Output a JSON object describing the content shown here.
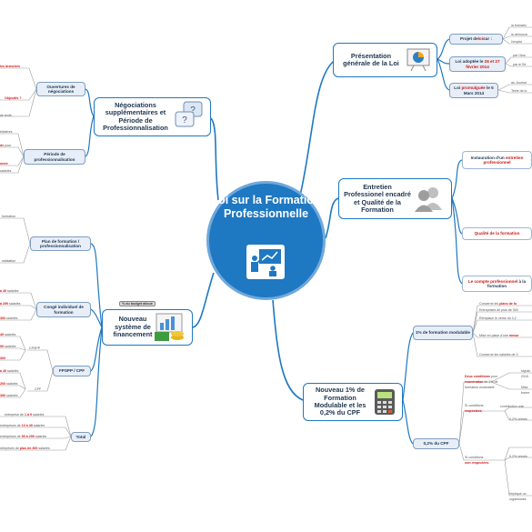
{
  "center": {
    "title": "Loi sur la Formation Professionnelle",
    "icon": "presentation-icon"
  },
  "colors": {
    "branch": "#1e78c2",
    "highlight": "#d01818",
    "sub_fill": "#e7eef7"
  },
  "branches": {
    "presentation": {
      "label": "Présentation générale de la Loi",
      "icon": "presentation-board-icon",
      "subs": [
        {
          "pre": "Projet de ",
          "red": "loi",
          "post": " sur :",
          "leaves": [
            "la formatio",
            "la démocra",
            "l'emploi"
          ]
        },
        {
          "pre": "Loi adoptée le ",
          "red": "26 et 27 février 2014",
          "post": "",
          "leaves": [
            "par l'Ass",
            "par le Sé"
          ]
        },
        {
          "pre": "Loi ",
          "red": "promulguée",
          "post": " le 5 Mars 2014",
          "leaves": [
            "au Journal",
            "Texte de lo"
          ]
        }
      ]
    },
    "entretien": {
      "label": "Entretien Professionel encadré et Qualité de la Formation",
      "icon": "people-icon",
      "subs": [
        {
          "pre": "Instauration d'un ",
          "red": "entretien professionnel",
          "post": ""
        },
        {
          "pre": "",
          "red": "Qualité de la formation",
          "post": ""
        },
        {
          "pre": "",
          "red": "Le compte professionnel",
          "post": " à la formation"
        }
      ]
    },
    "negociations": {
      "label": "Négociations supplémentaires et Période de Professionnalisation",
      "icon": "speech-bubbles-icon",
      "subs": [
        {
          "label": "Ouvertures de négociations",
          "leaves": [
            {
              "red": "les branches",
              "pre": ""
            },
            {
              "red": "Objectifs ?",
              "pre": ""
            },
            {
              "pre": "de texte",
              "red": ""
            }
          ]
        },
        {
          "label": "Période de professionnalisation",
          "leaves": [
            {
              "pre": "bilatères",
              "red": ""
            },
            {
              "red": "de",
              "pre": "",
              "post": " pour"
            },
            {
              "red": "ment",
              "pre": ""
            },
            {
              "pre": "salariés",
              "red": ""
            }
          ]
        }
      ]
    },
    "financement": {
      "label": "Nouveau système de financement",
      "icon": "money-chart-icon",
      "tag": "% du budget alloué",
      "subs": [
        {
          "label": "Plan de formation / professionnalisation",
          "leaves": [
            "formation",
            "",
            "nalisation"
          ]
        },
        {
          "label": "Congé individuel de formation",
          "leaves": [
            {
              "red": "à 49",
              "post": " salariés"
            },
            {
              "red": "à 299",
              "post": " salariés"
            },
            {
              "red": "300",
              "post": " salariés"
            }
          ]
        },
        {
          "label": "FPSPP / CPF",
          "group_labels": [
            "CPSPP",
            "CPF"
          ],
          "leaves": [
            {
              "red": "49",
              "post": " salariés"
            },
            {
              "red": "99",
              "post": " salariés"
            },
            {
              "red": "300",
              "post": ""
            },
            {
              "red": "à 49",
              "post": " salariés"
            },
            {
              "red": "200",
              "post": " salariés"
            },
            {
              "red": "300",
              "post": " salariés"
            }
          ]
        },
        {
          "label": "Total",
          "leaves": [
            {
              "pre": "entreprise de ",
              "red": "1 à 9",
              "post": " salariés"
            },
            {
              "pre": "entreprises de ",
              "red": "10 à 49",
              "post": " salariés"
            },
            {
              "pre": "entreprises de ",
              "red": "50 à 299",
              "post": " salariés"
            },
            {
              "pre": "ntreprises de ",
              "red": "plus de 300",
              "post": " salariés"
            }
          ]
        }
      ]
    },
    "cpf": {
      "label": "Nouveau 1% de Formation Modulable et les 0,2% du CPF",
      "icon": "calculator-icon",
      "subs": [
        {
          "label": "1% de formation modulable",
          "leaves": [
            {
              "pre": "Concerne les ",
              "red": "plans de fo",
              "post": ""
            },
            {
              "pre": "Entreprises de plus de 300",
              "red": "",
              "post": ""
            },
            {
              "pre": "Remplace le verse du 0,2",
              "red": "",
              "post": ""
            },
            {
              "pre": "Mise en place d'une ",
              "red": "mesur",
              "post": ""
            },
            {
              "pre": "Concerne les salariés de 3",
              "red": "",
              "post": ""
            }
          ]
        },
        {
          "label": "0,2% du CPF",
          "leaves": [
            {
              "red": "Deux conditions",
              "pre": "",
              "post": " pour"
            },
            {
              "red": "exonération",
              "pre": "",
              "post": " du 1% de"
            },
            {
              "pre": "formation modulable",
              "red": "",
              "post": ""
            },
            {
              "pre": "Si conditions",
              "red": "",
              "post": ""
            },
            {
              "red": "respectées",
              "pre": "",
              "post": ""
            },
            {
              "pre": "Si conditions",
              "red": "",
              "post": ""
            },
            {
              "red": "non respectées",
              "pre": "",
              "post": ""
            }
          ],
          "extra": [
            "signat",
            "2015",
            "Mise",
            "forme",
            "contribution unic",
            "0,2% versés",
            "0,2% versés",
            "Implique un",
            "organismes"
          ]
        }
      ]
    }
  }
}
